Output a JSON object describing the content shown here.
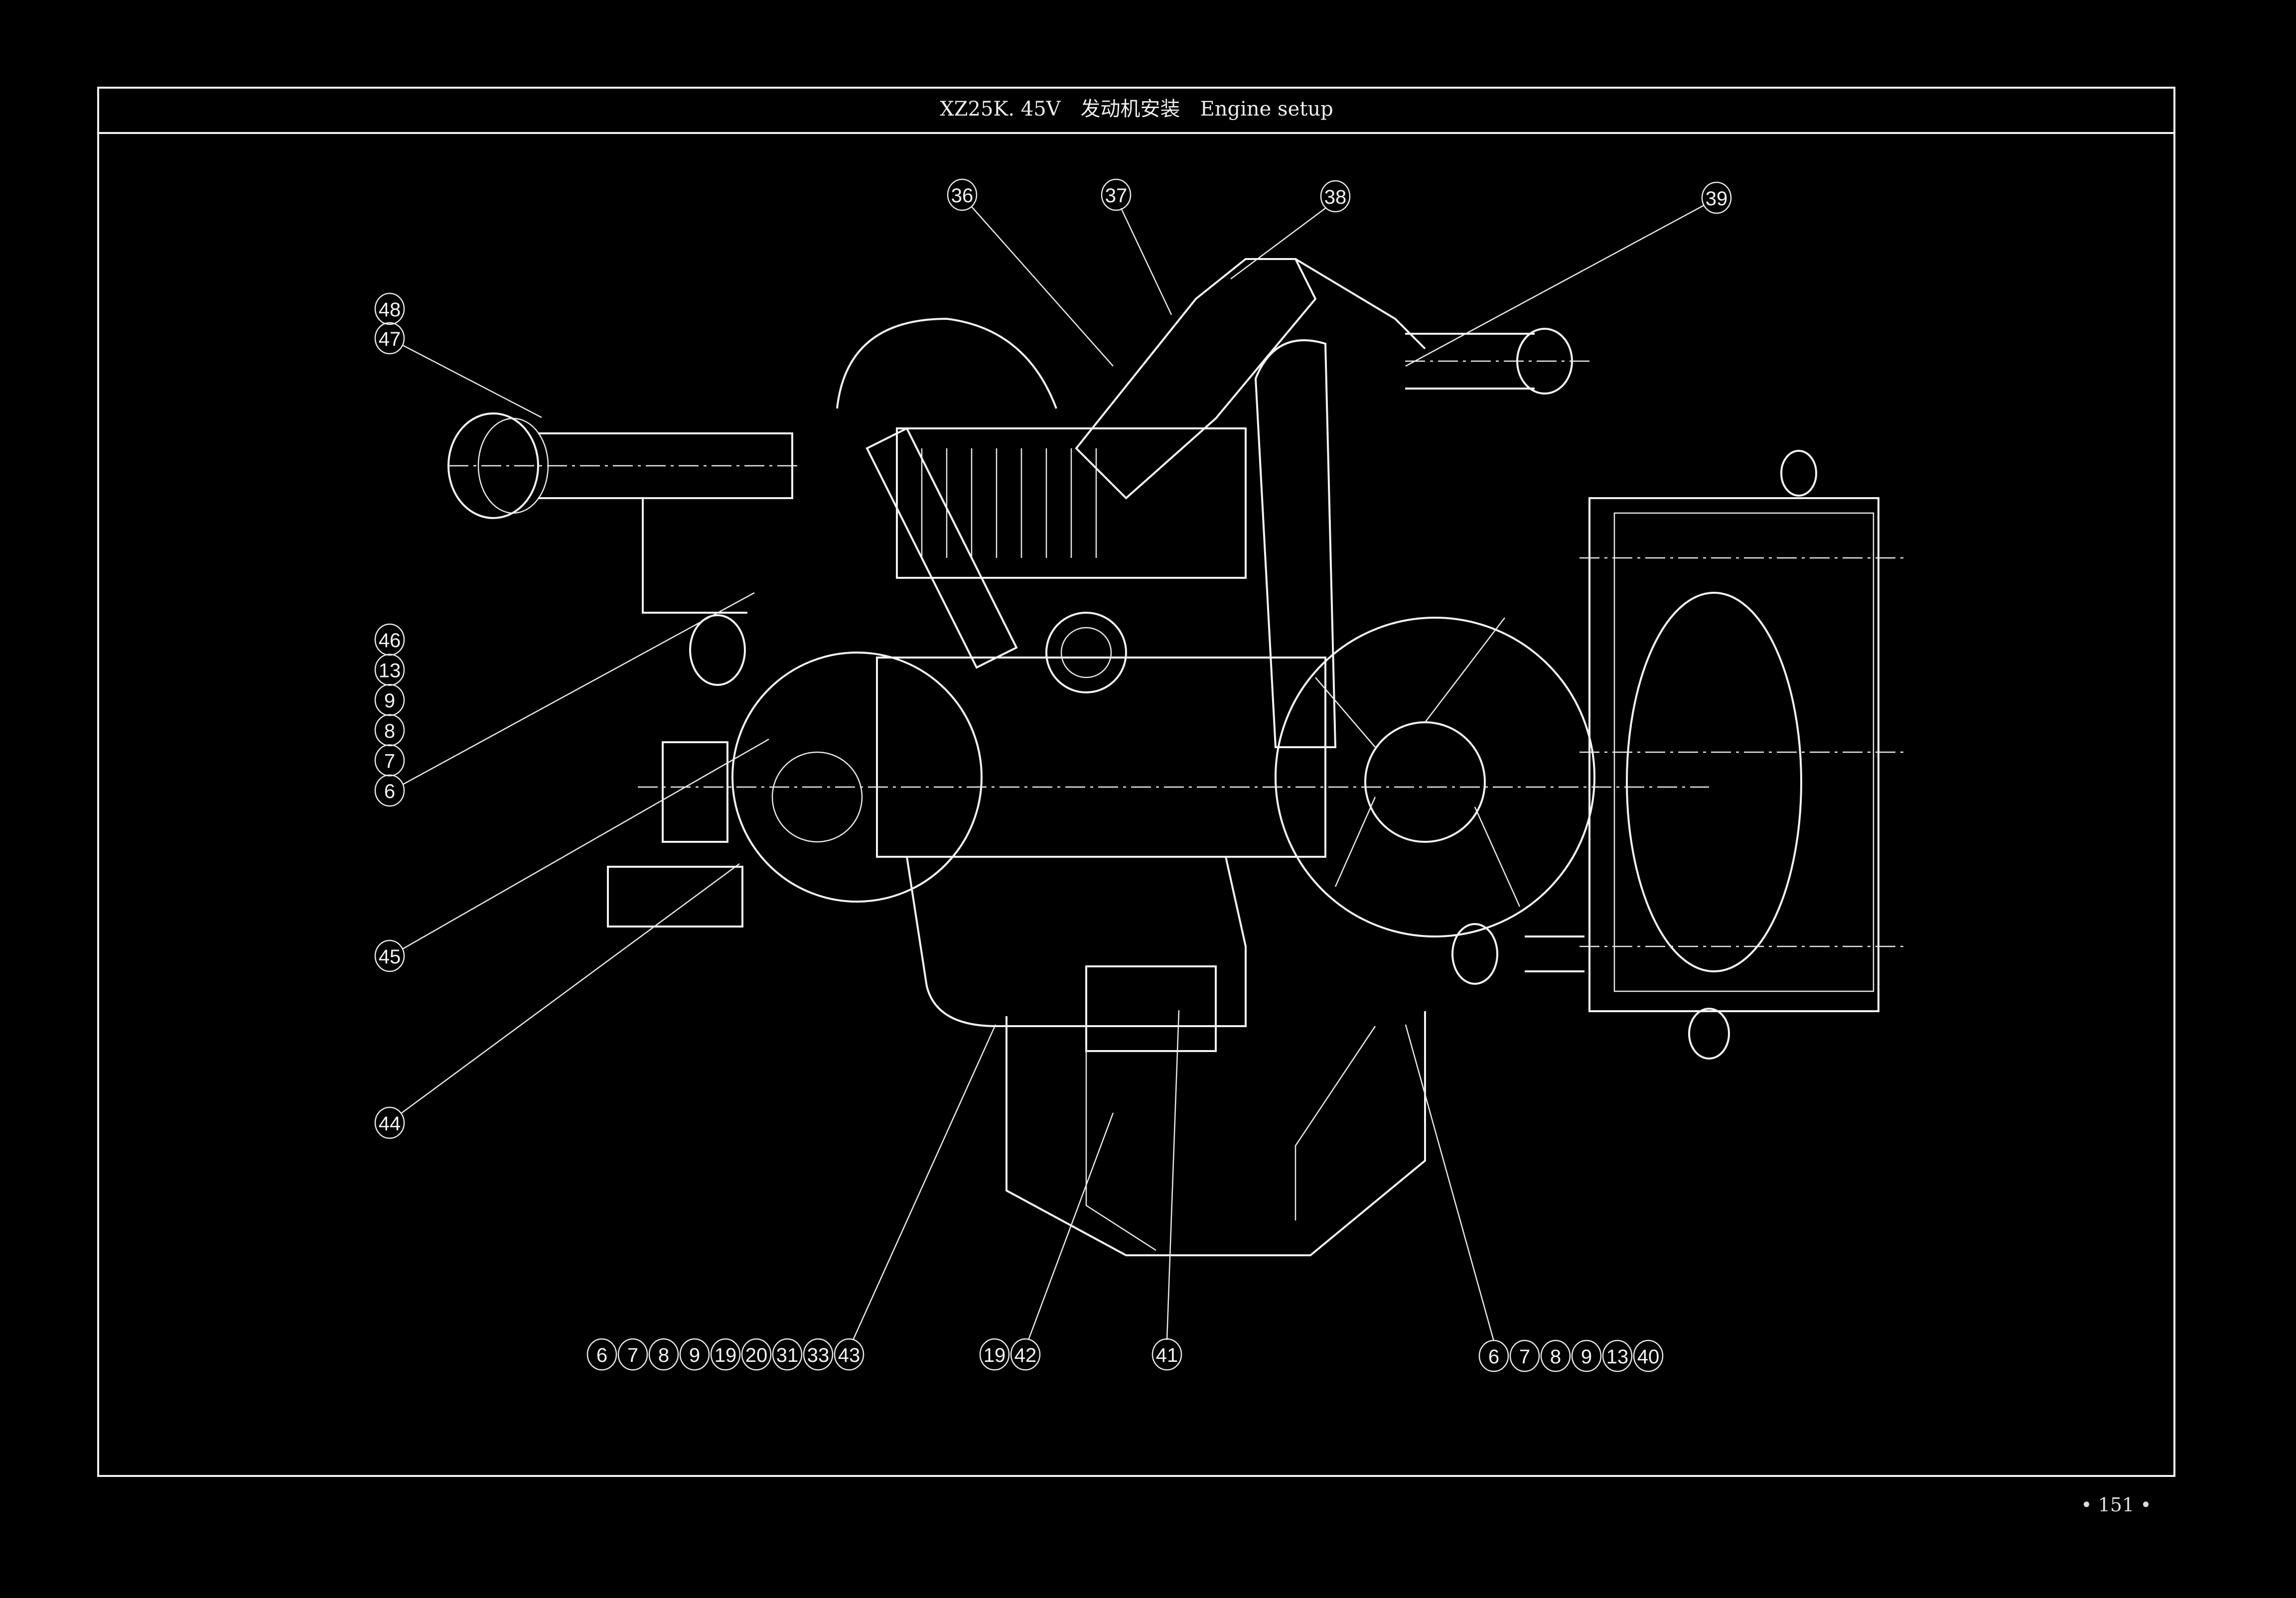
{
  "header": {
    "title": "XZ25K. 45V　发动机安装　Engine setup"
  },
  "callouts": {
    "top": [
      "36",
      "37",
      "38",
      "39"
    ],
    "left_upper": [
      "48",
      "47"
    ],
    "left_group": [
      "46",
      "13",
      "9",
      "8",
      "7",
      "6"
    ],
    "left_lower": [
      "45",
      "44"
    ],
    "bottom_group_1": [
      "6",
      "7",
      "8",
      "9",
      "19",
      "20",
      "31",
      "33",
      "43"
    ],
    "bottom_group_2": [
      "19",
      "42"
    ],
    "bottom_group_3": [
      "41"
    ],
    "bottom_group_4": [
      "6",
      "7",
      "8",
      "9",
      "13",
      "40"
    ]
  },
  "footer": {
    "page_number": "• 151 •"
  }
}
